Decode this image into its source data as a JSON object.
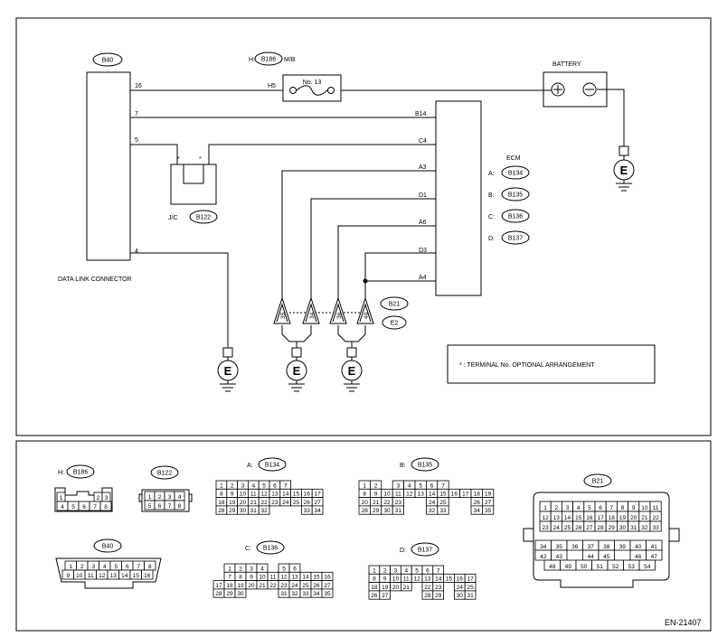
{
  "schematic": {
    "dlc": {
      "tag": "B40",
      "label": "DATA LINK CONNECTOR",
      "pins": [
        "16",
        "7",
        "5",
        "4"
      ]
    },
    "fuse": {
      "prefix": "H:",
      "tag": "B186",
      "suffix": "M/B",
      "name": "No. 13",
      "pin": "H5"
    },
    "battery": {
      "label": "BATTERY"
    },
    "jc": {
      "prefix": "J/C",
      "tag": "B122",
      "star": "*"
    },
    "ecm": {
      "label": "ECM",
      "pins": [
        "B14",
        "C4",
        "A3",
        "D1",
        "A6",
        "D3",
        "A4"
      ],
      "connectors": [
        {
          "prefix": "A:",
          "tag": "B134"
        },
        {
          "prefix": "B:",
          "tag": "B135"
        },
        {
          "prefix": "C:",
          "tag": "B136"
        },
        {
          "prefix": "D:",
          "tag": "B137"
        }
      ]
    },
    "ground_connector": {
      "tag": "B21",
      "tag2": "E2",
      "pins": [
        "35",
        "34",
        "36",
        "40"
      ]
    },
    "ground_symbol": "E",
    "note": "* : TERMINAL No. OPTIONAL ARRANGEMENT"
  },
  "connector_views": {
    "b186": {
      "prefix": "H:",
      "tag": "B186",
      "row1": [
        "1",
        "2",
        "3"
      ],
      "row2": [
        "4",
        "5",
        "6",
        "7",
        "8"
      ]
    },
    "b122": {
      "tag": "B122",
      "row1": [
        "1",
        "2",
        "3",
        "4"
      ],
      "row2": [
        "5",
        "6",
        "7",
        "8"
      ]
    },
    "b40": {
      "tag": "B40",
      "row1": [
        "1",
        "2",
        "3",
        "4",
        "5",
        "6",
        "7",
        "8"
      ],
      "row2": [
        "9",
        "10",
        "11",
        "12",
        "13",
        "14",
        "15",
        "16"
      ]
    },
    "b134": {
      "prefix": "A:",
      "tag": "B134",
      "rows": [
        [
          "1",
          "2",
          "3",
          "4",
          "5",
          "6",
          "7"
        ],
        [
          "8",
          "9",
          "10",
          "11",
          "12",
          "13",
          "14",
          "15",
          "16",
          "17"
        ],
        [
          "18",
          "19",
          "20",
          "21",
          "22",
          "23",
          "24",
          "25",
          "26",
          "27"
        ],
        [
          "28",
          "29",
          "30",
          "31",
          "32",
          "",
          "",
          "",
          "33",
          "34"
        ]
      ]
    },
    "b135": {
      "prefix": "B:",
      "tag": "B135",
      "rows": [
        [
          "1",
          "2",
          "",
          "3",
          "4",
          "5",
          "6",
          "7"
        ],
        [
          "8",
          "9",
          "10",
          "11",
          "12",
          "13",
          "14",
          "15",
          "16",
          "17",
          "18",
          "19"
        ],
        [
          "20",
          "21",
          "22",
          "23",
          "",
          "",
          "24",
          "25",
          "",
          "",
          "26",
          "27"
        ],
        [
          "28",
          "29",
          "30",
          "31",
          "",
          "",
          "32",
          "33",
          "",
          "",
          "34",
          "35"
        ]
      ]
    },
    "b136": {
      "prefix": "C:",
      "tag": "B136",
      "rows": [
        [
          "1",
          "2",
          "3",
          "4",
          "",
          "5",
          "6"
        ],
        [
          "7",
          "8",
          "9",
          "10",
          "11",
          "12",
          "13",
          "14",
          "15",
          "16"
        ],
        [
          "17",
          "18",
          "19",
          "20",
          "21",
          "22",
          "23",
          "24",
          "25",
          "26",
          "27"
        ],
        [
          "28",
          "29",
          "30",
          "",
          "",
          "",
          "31",
          "32",
          "33",
          "34",
          "35"
        ]
      ]
    },
    "b137": {
      "prefix": "D:",
      "tag": "B137",
      "rows": [
        [
          "1",
          "2",
          "3",
          "4",
          "5",
          "6",
          "7"
        ],
        [
          "8",
          "9",
          "10",
          "11",
          "12",
          "13",
          "14",
          "15",
          "16",
          "17"
        ],
        [
          "18",
          "19",
          "20",
          "21",
          "",
          "22",
          "23",
          "",
          "24",
          "25"
        ],
        [
          "26",
          "27",
          "",
          "",
          "",
          "28",
          "29",
          "",
          "30",
          "31"
        ]
      ]
    },
    "b21": {
      "tag": "B21",
      "rows": [
        [
          "1",
          "2",
          "3",
          "4",
          "5",
          "6",
          "7",
          "8",
          "9",
          "10",
          "11"
        ],
        [
          "12",
          "13",
          "14",
          "15",
          "16",
          "17",
          "18",
          "19",
          "20",
          "21",
          "22"
        ],
        [
          "23",
          "24",
          "25",
          "26",
          "27",
          "28",
          "29",
          "30",
          "31",
          "32",
          "33"
        ]
      ],
      "rows_lower": [
        [
          "34",
          "35",
          "36",
          "37",
          "38",
          "39",
          "40",
          "41"
        ],
        [
          "42",
          "43",
          "",
          "44",
          "45",
          "",
          "46",
          "47"
        ],
        [
          "48",
          "49",
          "50",
          "51",
          "52",
          "53",
          "54"
        ]
      ]
    }
  },
  "figure_id": "EN-21407"
}
